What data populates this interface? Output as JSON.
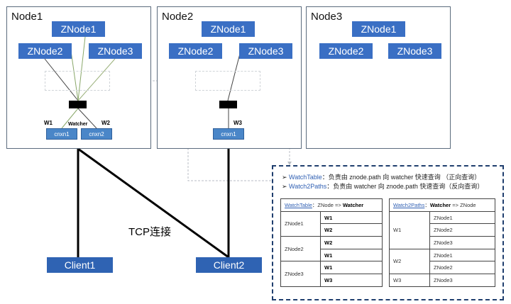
{
  "nodes": [
    {
      "label": "Node1",
      "znodes": [
        "ZNode1",
        "ZNode2",
        "ZNode3"
      ],
      "connections": [
        "cnxn1",
        "cnxn2"
      ],
      "watchers": [
        "W1",
        "W2"
      ],
      "watcher_label": "Watcher"
    },
    {
      "label": "Node2",
      "znodes": [
        "ZNode1",
        "ZNode2",
        "ZNode3"
      ],
      "connections": [
        "cnxn1"
      ],
      "watchers": [
        "W3"
      ]
    },
    {
      "label": "Node3",
      "znodes": [
        "ZNode1",
        "ZNode2",
        "ZNode3"
      ]
    }
  ],
  "clients": [
    "Client1",
    "Client2"
  ],
  "tcp_label": "TCP连接",
  "panel": {
    "bullets": [
      {
        "name": "WatchTable",
        "text": "负责由 znode.path 向 watcher 快速查询 （正向查询）"
      },
      {
        "name": "Watch2Paths",
        "text": "负责由 watcher 向 znode.path 快速查询（反向查询）"
      }
    ],
    "watch_table": {
      "title": "WatchTable",
      "header_from": "ZNode",
      "arrow": " => ",
      "header_to": "Watcher",
      "rows": [
        {
          "key": "ZNode1",
          "values": [
            "W1",
            "W2"
          ]
        },
        {
          "key": "ZNode2",
          "values": [
            "W2",
            "W1"
          ]
        },
        {
          "key": "ZNode3",
          "values": [
            "W1",
            "W3"
          ]
        }
      ]
    },
    "watch2paths": {
      "title": "Watch2Paths",
      "header_from": "Watcher",
      "arrow": " => ",
      "header_to": "ZNode",
      "rows": [
        {
          "key": "W1",
          "values": [
            "ZNode1",
            "ZNode2",
            "ZNode3"
          ]
        },
        {
          "key": "W2",
          "values": [
            "ZNode1",
            "ZNode2"
          ]
        },
        {
          "key": "W3",
          "values": [
            "ZNode3"
          ]
        }
      ]
    }
  },
  "colors": {
    "znode": "#3a6fc4",
    "client": "#2f63b3",
    "panel_border": "#1f3e6e",
    "accent_text": "#2f5fb3"
  }
}
